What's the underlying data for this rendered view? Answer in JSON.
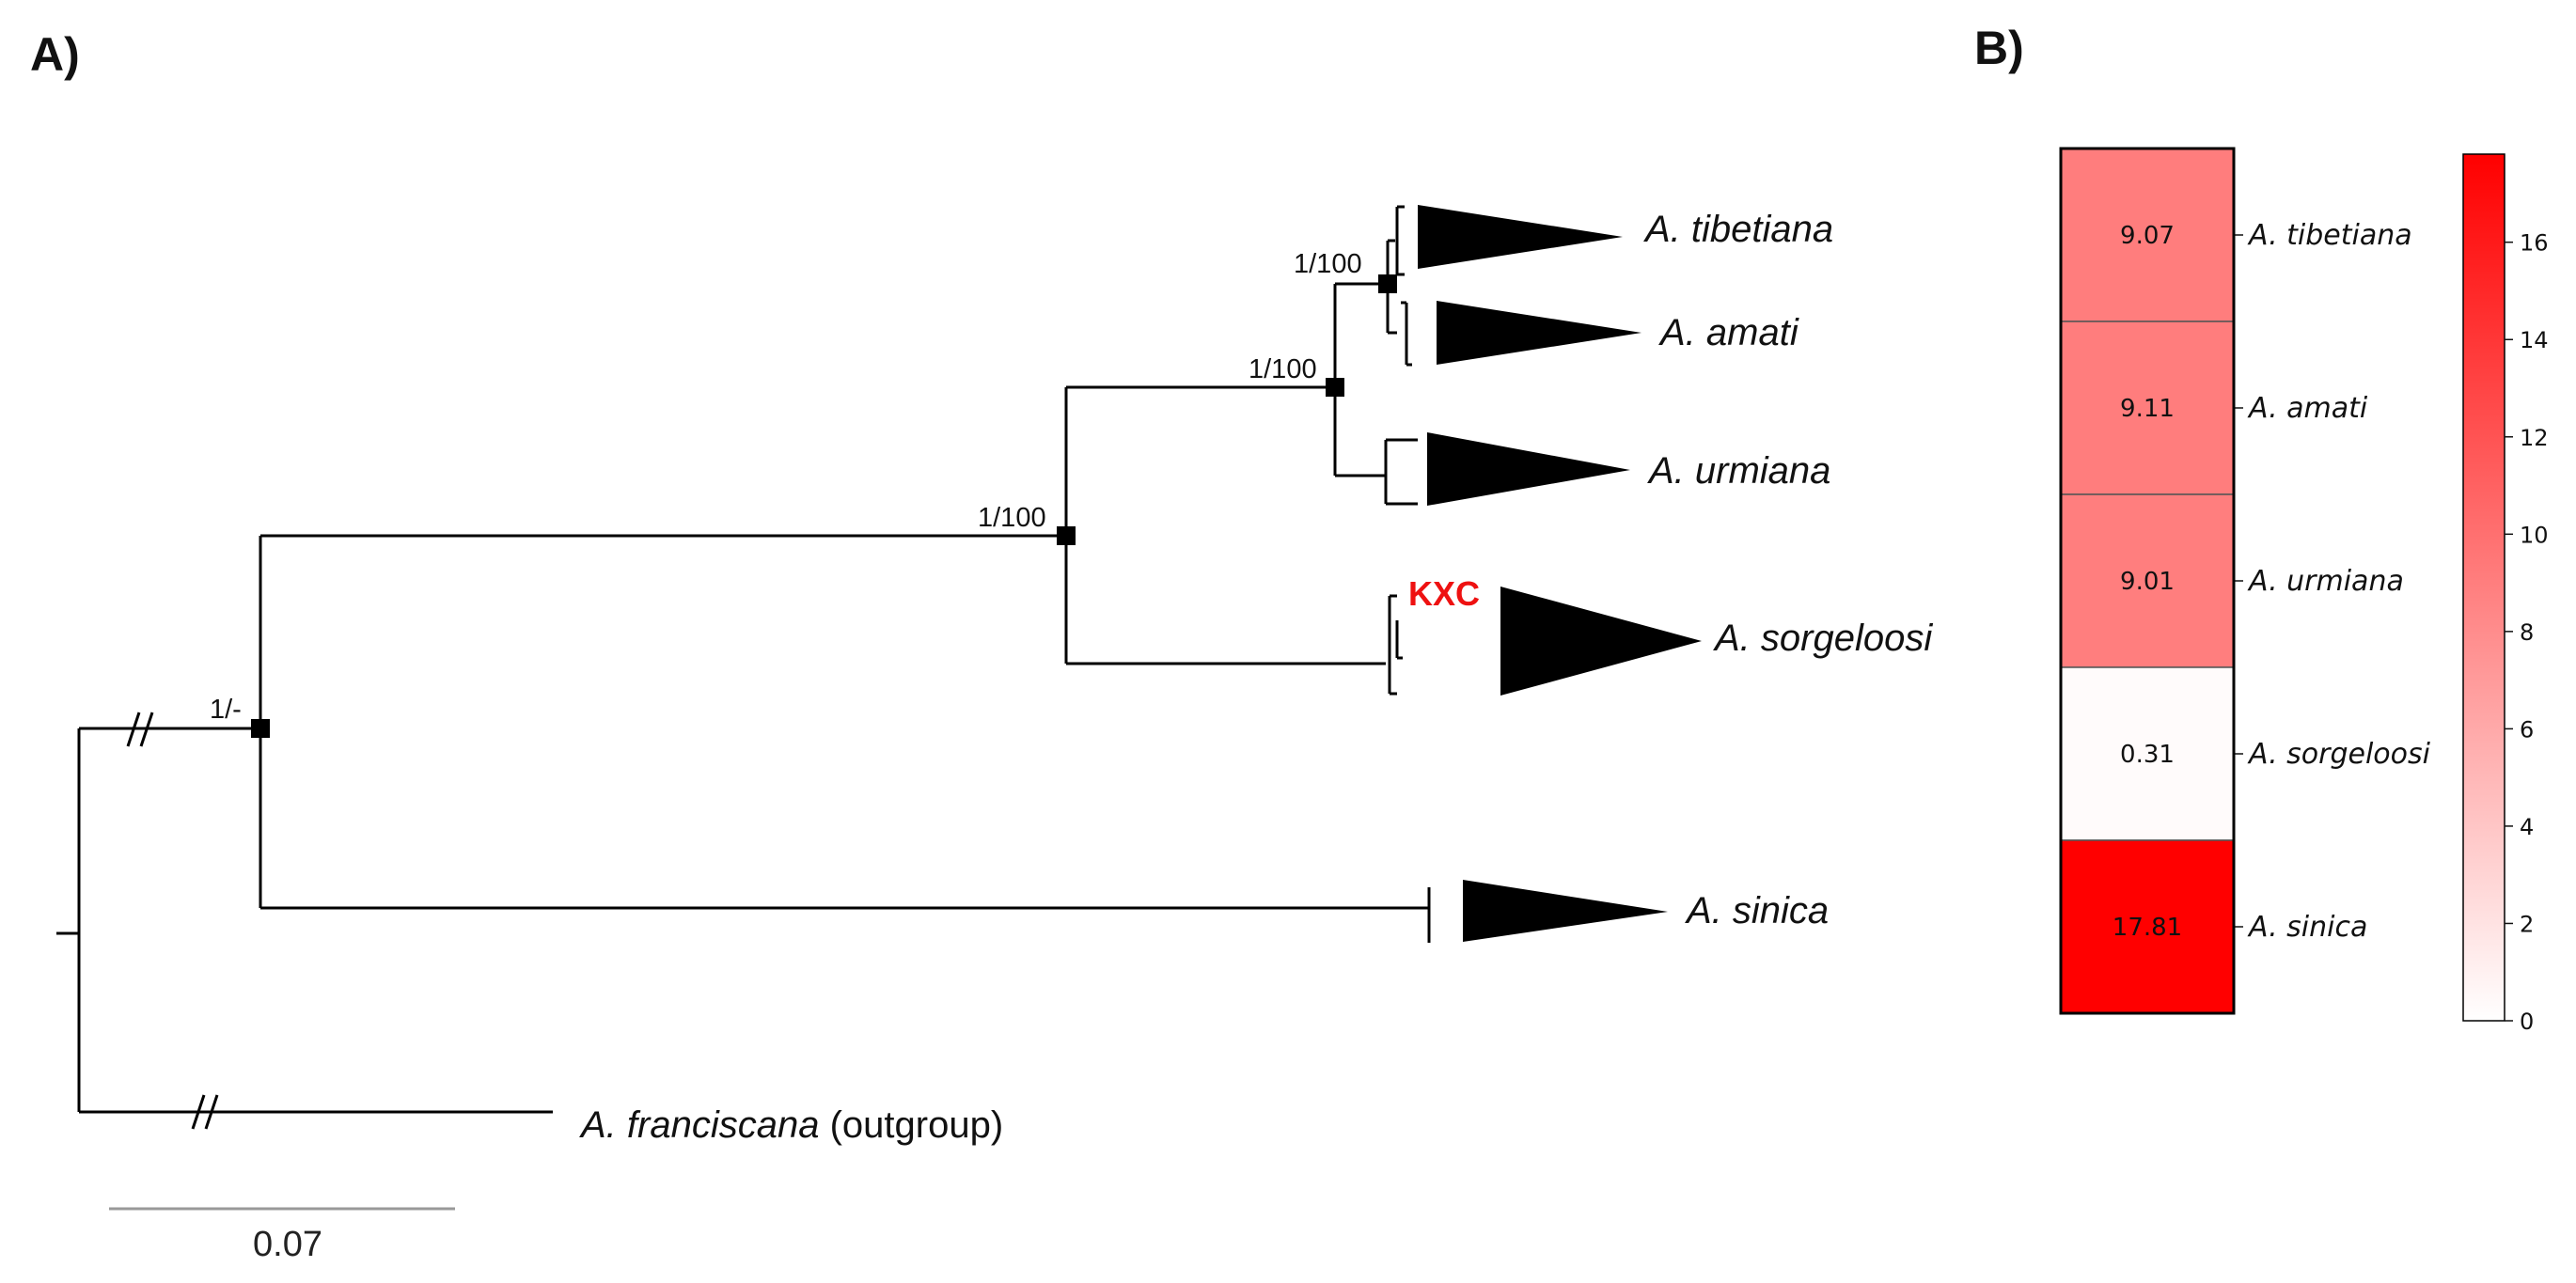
{
  "panels": {
    "a": "A)",
    "b": "B)"
  },
  "tree": {
    "node_support": {
      "root": "1/-",
      "clade_main": "1/100",
      "clade_trio": "1/100",
      "clade_pair": "1/100"
    },
    "taxa": {
      "tibetiana": "A. tibetiana",
      "amati": "A. amati",
      "urmiana": "A. urmiana",
      "sorgeloosi": "A. sorgeloosi",
      "sinica": "A. sinica",
      "franciscana": "A. franciscana",
      "franciscana_suffix": " (outgroup)"
    },
    "highlight": {
      "text": "KXC",
      "color": "#ee1111"
    },
    "scale_bar": "0.07"
  },
  "chart_data": {
    "type": "heatmap",
    "rows": [
      "A. tibetiana",
      "A. amati",
      "A. urmiana",
      "A. sorgeloosi",
      "A. sinica"
    ],
    "values": [
      9.07,
      9.11,
      9.01,
      0.31,
      17.81
    ],
    "value_labels": [
      "9.07",
      "9.11",
      "9.01",
      "0.31",
      "17.81"
    ],
    "colorbar": {
      "min": 0,
      "max": 17.81,
      "ticks": [
        0,
        2,
        4,
        6,
        8,
        10,
        12,
        14,
        16
      ]
    },
    "colors": {
      "low": "#ffffff",
      "high": "#ff0000"
    }
  }
}
